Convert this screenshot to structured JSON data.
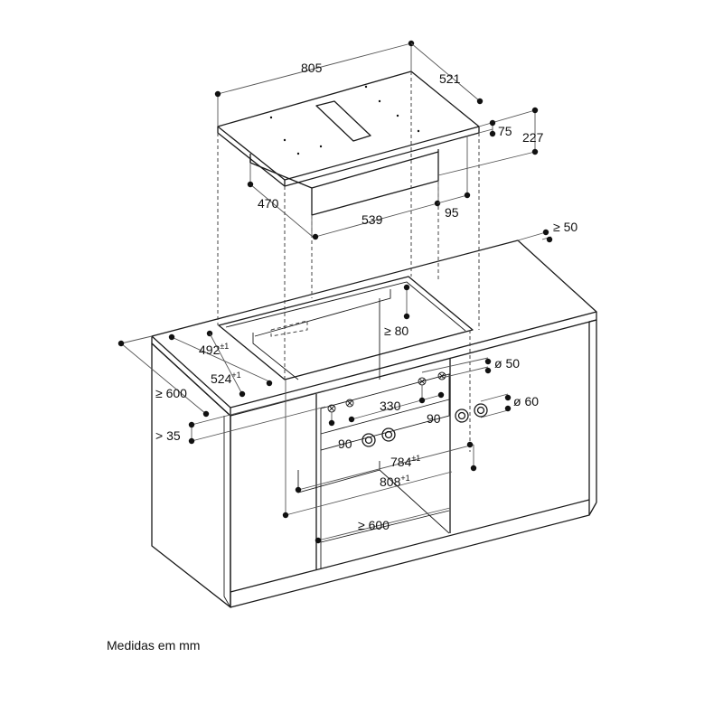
{
  "caption": "Medidas em mm",
  "dimensions": {
    "width_805": "805",
    "depth_521": "521",
    "height_75": "75",
    "height_227": "227",
    "depth_470": "470",
    "width_539": "539",
    "offset_95": "95",
    "clearance_50": "≥ 50",
    "cutout_492": "492",
    "cutout_492_tol": "±1",
    "cutout_524": "524",
    "cutout_524_tol": "+1",
    "depth_600": "≥ 600",
    "gap_80": "≥ 80",
    "front_35": "> 35",
    "dia_50": "ø 50",
    "dia_60": "ø 60",
    "spacing_330": "330",
    "angle_90_left": "90",
    "angle_90_right": "90",
    "cutout_784": "784",
    "cutout_784_tol": "±1",
    "cutout_808": "808",
    "cutout_808_tol": "+1",
    "width_600": "≥ 600"
  }
}
